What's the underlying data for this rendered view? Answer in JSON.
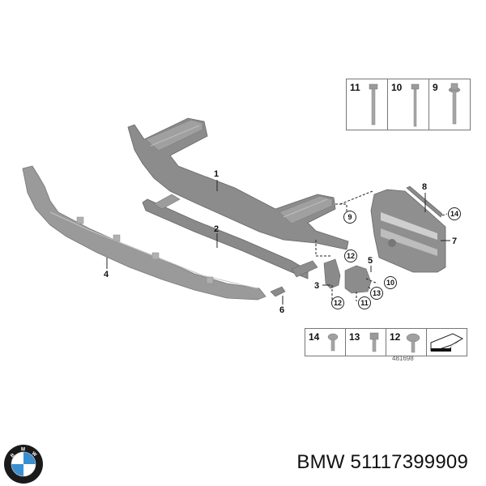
{
  "diagram": {
    "callouts": [
      {
        "id": "1",
        "label": "1"
      },
      {
        "id": "2",
        "label": "2"
      },
      {
        "id": "3",
        "label": "3"
      },
      {
        "id": "4",
        "label": "4"
      },
      {
        "id": "5",
        "label": "5"
      },
      {
        "id": "6",
        "label": "6"
      },
      {
        "id": "7",
        "label": "7"
      },
      {
        "id": "8",
        "label": "8"
      }
    ],
    "circled_refs": [
      {
        "label": "9"
      },
      {
        "label": "14"
      },
      {
        "label": "12"
      },
      {
        "label": "10"
      },
      {
        "label": "13"
      },
      {
        "label": "12"
      },
      {
        "label": "11"
      }
    ],
    "colors": {
      "part_fill": "#8c8c8c",
      "part_dark": "#6e6e6e",
      "part_light": "#a9a9a9",
      "line": "#222222"
    }
  },
  "legend_top": {
    "cells": [
      {
        "number": "11",
        "icon": "long-hex-bolt-icon"
      },
      {
        "number": "10",
        "icon": "long-hex-bolt-icon"
      },
      {
        "number": "9",
        "icon": "flange-bolt-icon"
      }
    ]
  },
  "legend_bottom": {
    "cells": [
      {
        "number": "14",
        "icon": "torx-screw-icon"
      },
      {
        "number": "13",
        "icon": "hex-flange-screw-icon"
      },
      {
        "number": "12",
        "icon": "collar-screw-icon"
      },
      {
        "number": "",
        "icon": "direction-arrow-icon"
      }
    ],
    "catalog_number": "481698"
  },
  "footer": {
    "brand_logo": "bmw-logo",
    "logo_letters": "BMW",
    "part_label": "BMW 51117399909",
    "logo_colors": {
      "ring": "#1a1a1a",
      "blue": "#3a8fd0",
      "white": "#ffffff"
    }
  }
}
